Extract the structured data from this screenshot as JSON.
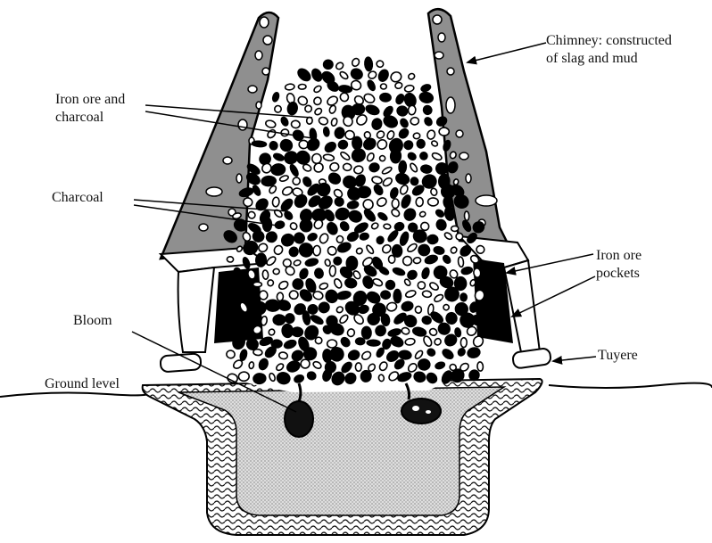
{
  "labels": {
    "chimney": [
      "Chimney: constructed",
      "of slag and mud"
    ],
    "iron_ore_charcoal": [
      "Iron ore and",
      "charcoal"
    ],
    "charcoal": "Charcoal",
    "iron_ore_pockets": [
      "Iron ore",
      "pockets"
    ],
    "bloom": "Bloom",
    "tuyere": "Tuyere",
    "ground_level": "Ground level"
  },
  "colors": {
    "chimney_fill": "#8f8f8f",
    "pit_fill": "#d6d6d6",
    "ink": "#000000",
    "background": "#ffffff"
  }
}
